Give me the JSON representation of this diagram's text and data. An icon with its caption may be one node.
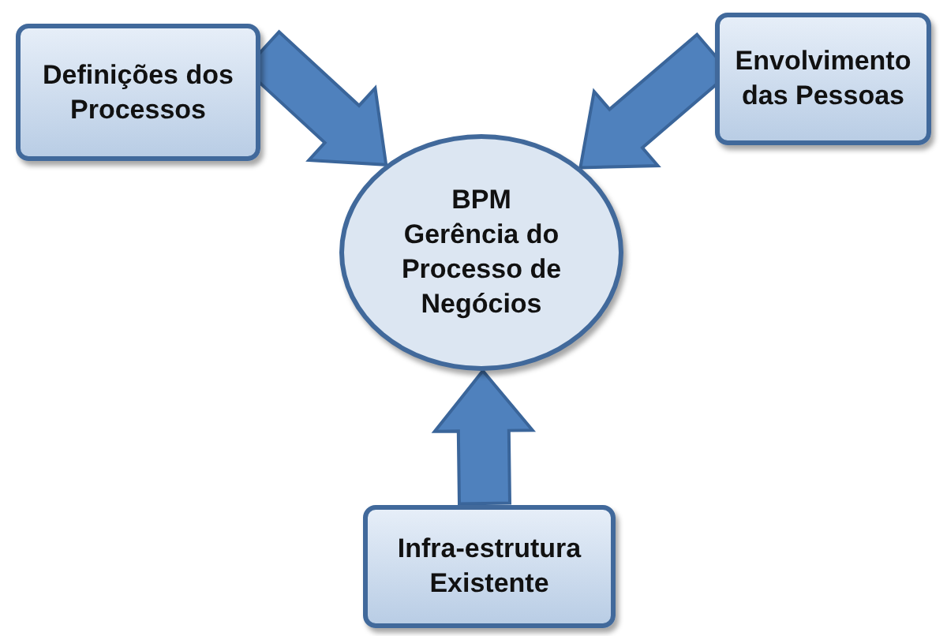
{
  "diagram": {
    "nodes": [
      {
        "text": [
          "Definições dos Processos"
        ]
      },
      {
        "text": [
          "Envolvimento das Pessoas"
        ]
      },
      {
        "text": [
          "BPM",
          "Gerência do Processo de Negócios"
        ]
      },
      {
        "text": [
          "Infra-estrutura Existente"
        ]
      }
    ],
    "edges": [
      {
        "from": 0,
        "to": 2,
        "arrow": "to",
        "style": "thick"
      },
      {
        "from": 1,
        "to": 2,
        "arrow": "to",
        "style": "thick"
      },
      {
        "from": 3,
        "to": 2,
        "arrow": "to",
        "style": "thick"
      }
    ]
  }
}
